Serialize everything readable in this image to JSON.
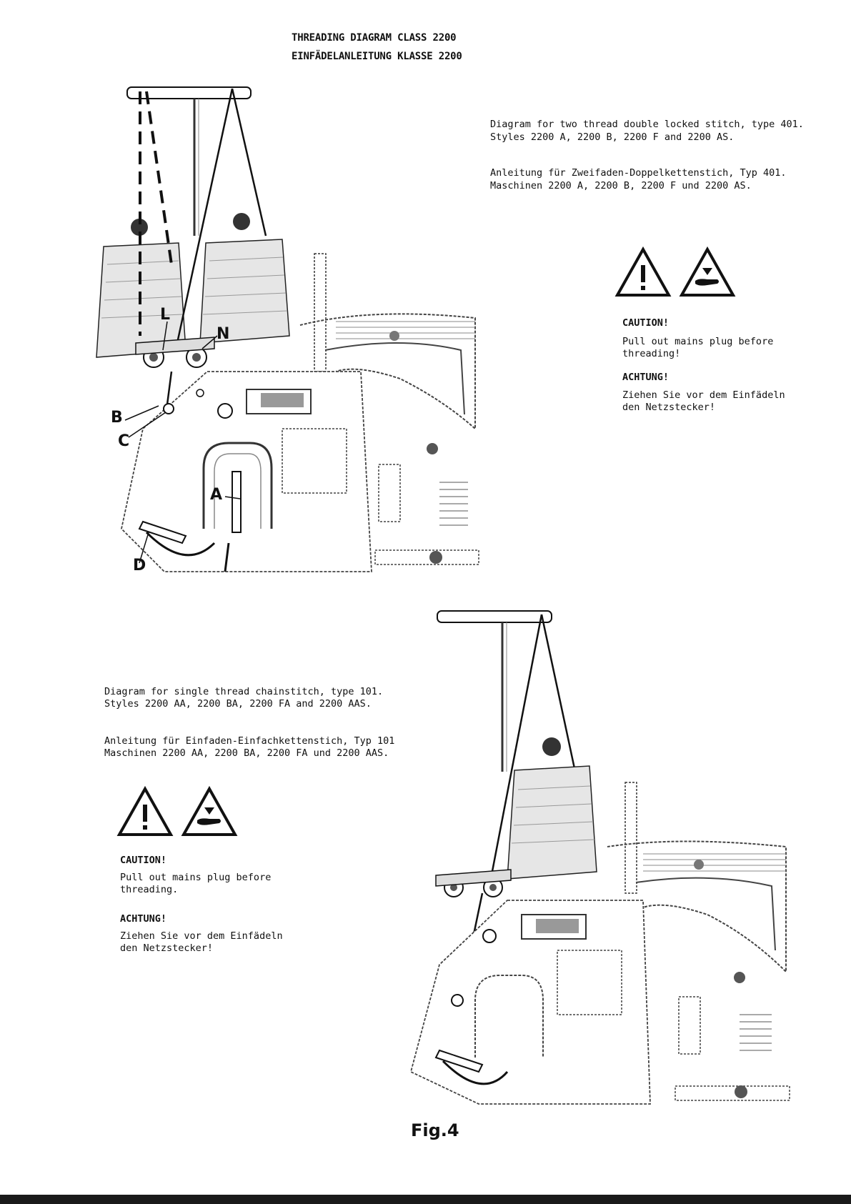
{
  "header": {
    "title_en": "THREADING DIAGRAM CLASS  2200",
    "title_de": "EINFÄDELANLEITUNG KLASSE 2200"
  },
  "section_401": {
    "en_line1": "Diagram for two thread double locked stitch, type 401.",
    "en_line2": "Styles 2200 A, 2200 B, 2200 F and 2200 AS.",
    "de_line1": "Anleitung für Zweifaden-Doppelkettenstich, Typ 401.",
    "de_line2": "Maschinen 2200 A, 2200 B, 2200 F und 2200 AS.",
    "caution_title": "CAUTION!",
    "caution_line1": "Pull out mains plug before",
    "caution_line2": "threading!",
    "achtung_title": "ACHTUNG!",
    "achtung_line1": "Ziehen Sie vor dem Einfädeln",
    "achtung_line2": "den Netzstecker!"
  },
  "section_101": {
    "en_line1": "Diagram for single thread chainstitch, type 101.",
    "en_line2": "Styles 2200 AA, 2200 BA, 2200 FA and 2200 AAS.",
    "de_line1": "Anleitung für Einfaden-Einfachkettenstich, Typ 101",
    "de_line2": "Maschinen 2200 AA, 2200 BA, 2200 FA und 2200 AAS.",
    "caution_title": "CAUTION!",
    "caution_line1": "Pull out mains plug before",
    "caution_line2": "threading.",
    "achtung_title": "ACHTUNG!",
    "achtung_line1": "Ziehen Sie vor dem Einfädeln",
    "achtung_line2": "den Netzstecker!"
  },
  "callouts": {
    "L": "L",
    "N": "N",
    "B": "B",
    "C": "C",
    "A": "A",
    "D": "D"
  },
  "figure_label": "Fig.4",
  "icons": [
    "warning-exclamation-icon",
    "hand-hazard-icon"
  ]
}
